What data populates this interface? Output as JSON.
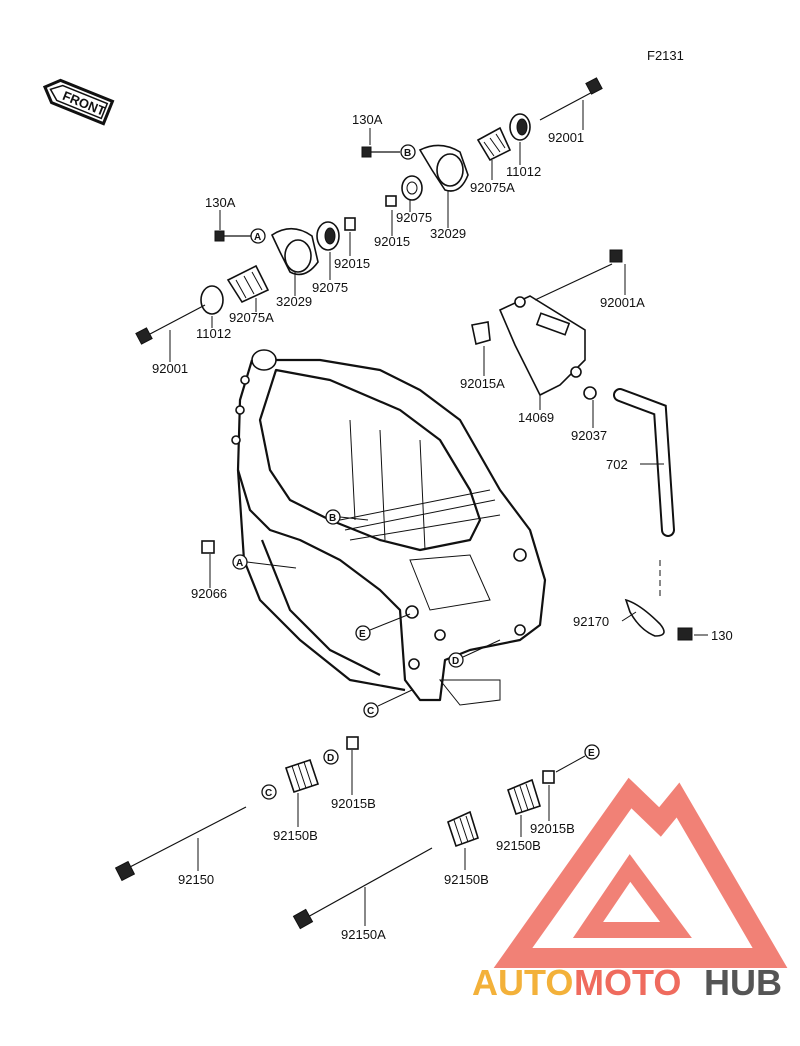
{
  "figure_code": "F2131",
  "front_label": "FRONT",
  "labels": [
    "130A",
    "92001",
    "11012",
    "92075A",
    "92075",
    "92015",
    "32029",
    "130A",
    "92015",
    "92075",
    "32029",
    "92075A",
    "11012",
    "92001",
    "92001A",
    "92015A",
    "14069",
    "92037",
    "702",
    "92066",
    "92170",
    "130",
    "92015B",
    "92150B",
    "92150",
    "92150B",
    "92150A",
    "92015B",
    "92150B"
  ],
  "ref_markers": [
    "A",
    "B",
    "C",
    "D",
    "E"
  ],
  "watermark": {
    "part1": "AUTO",
    "part2": "MOTO",
    "part3": "HUB",
    "colors": {
      "auto": "#f3b13a",
      "moto": "#ef6b5e",
      "hub": "#555555",
      "triangle": "#ef6b5e"
    }
  }
}
